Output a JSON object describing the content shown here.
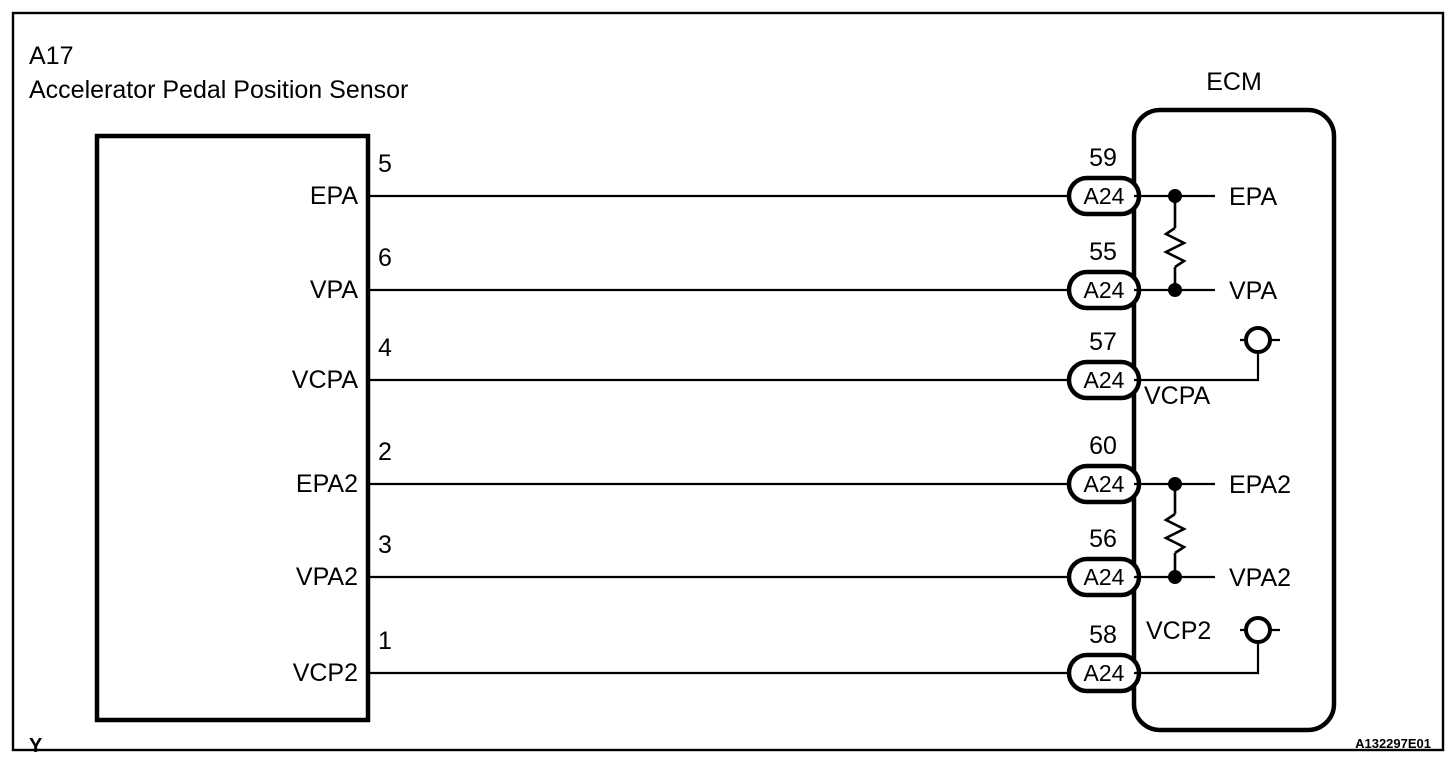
{
  "page": {
    "background_color": "#ffffff",
    "line_color": "#000000",
    "figure_code": "A132297E01",
    "corner_marker": "Y"
  },
  "header": {
    "component_code": "A17",
    "component_name": "Accelerator Pedal Position Sensor"
  },
  "sensor": {
    "title": "A17",
    "subtitle": "Accelerator Pedal Position Sensor",
    "pins": [
      {
        "label": "EPA",
        "number": "5"
      },
      {
        "label": "VPA",
        "number": "6"
      },
      {
        "label": "VCPA",
        "number": "4"
      },
      {
        "label": "EPA2",
        "number": "2"
      },
      {
        "label": "VPA2",
        "number": "3"
      },
      {
        "label": "VCP2",
        "number": "1"
      }
    ]
  },
  "ecm": {
    "title": "ECM",
    "connector_label": "A24",
    "terminals": [
      {
        "pin": "59",
        "connector": "A24",
        "signal": "EPA",
        "symbol": "junction-dot"
      },
      {
        "pin": "55",
        "connector": "A24",
        "signal": "VPA",
        "symbol": "junction-dot"
      },
      {
        "pin": "57",
        "connector": "A24",
        "signal": "VCPA",
        "symbol": "test-point-circle"
      },
      {
        "pin": "60",
        "connector": "A24",
        "signal": "EPA2",
        "symbol": "junction-dot"
      },
      {
        "pin": "56",
        "connector": "A24",
        "signal": "VPA2",
        "symbol": "junction-dot"
      },
      {
        "pin": "58",
        "connector": "A24",
        "signal": "VCP2",
        "symbol": "test-point-circle"
      }
    ],
    "resistors": [
      {
        "between": "EPA-VPA",
        "symbol": "zigzag-resistor"
      },
      {
        "between": "EPA2-VPA2",
        "symbol": "zigzag-resistor"
      }
    ]
  },
  "wires": [
    {
      "from_pin": "5",
      "from_label": "EPA",
      "to_pin": "59",
      "to_label": "EPA"
    },
    {
      "from_pin": "6",
      "from_label": "VPA",
      "to_pin": "55",
      "to_label": "VPA"
    },
    {
      "from_pin": "4",
      "from_label": "VCPA",
      "to_pin": "57",
      "to_label": "VCPA"
    },
    {
      "from_pin": "2",
      "from_label": "EPA2",
      "to_pin": "60",
      "to_label": "EPA2"
    },
    {
      "from_pin": "3",
      "from_label": "VPA2",
      "to_pin": "56",
      "to_label": "VPA2"
    },
    {
      "from_pin": "1",
      "from_label": "VCP2",
      "to_pin": "58",
      "to_label": "VCP2"
    }
  ]
}
